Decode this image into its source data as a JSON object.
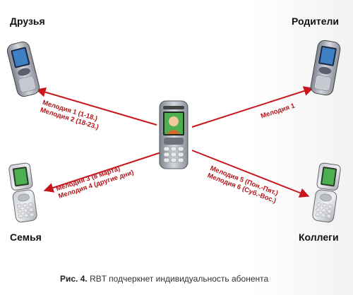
{
  "groups": {
    "friends": "Друзья",
    "parents": "Родители",
    "family": "Семья",
    "colleagues": "Коллеги"
  },
  "links": {
    "friends": [
      "Мелодия 1 (1-18.)",
      "Мелодия 2 (18-23.)"
    ],
    "parents": [
      "Мелодия 1"
    ],
    "family": [
      "Мелодия 3 (8 марта)",
      "Мелодия 4 (другие дни)"
    ],
    "colleagues": [
      "Мелодия 5 (Пон.-Пят.)",
      "Мелодия 6 (Суб.-Вос.)"
    ]
  },
  "caption": {
    "lead": "Рис. 4.",
    "text": " RBT подчеркнет индивидуальность абонента"
  },
  "colors": {
    "arrow": "#c8161d",
    "label": "#b3161b",
    "phone_body": "#9aa0ac",
    "screen_green": "#4caf50"
  }
}
